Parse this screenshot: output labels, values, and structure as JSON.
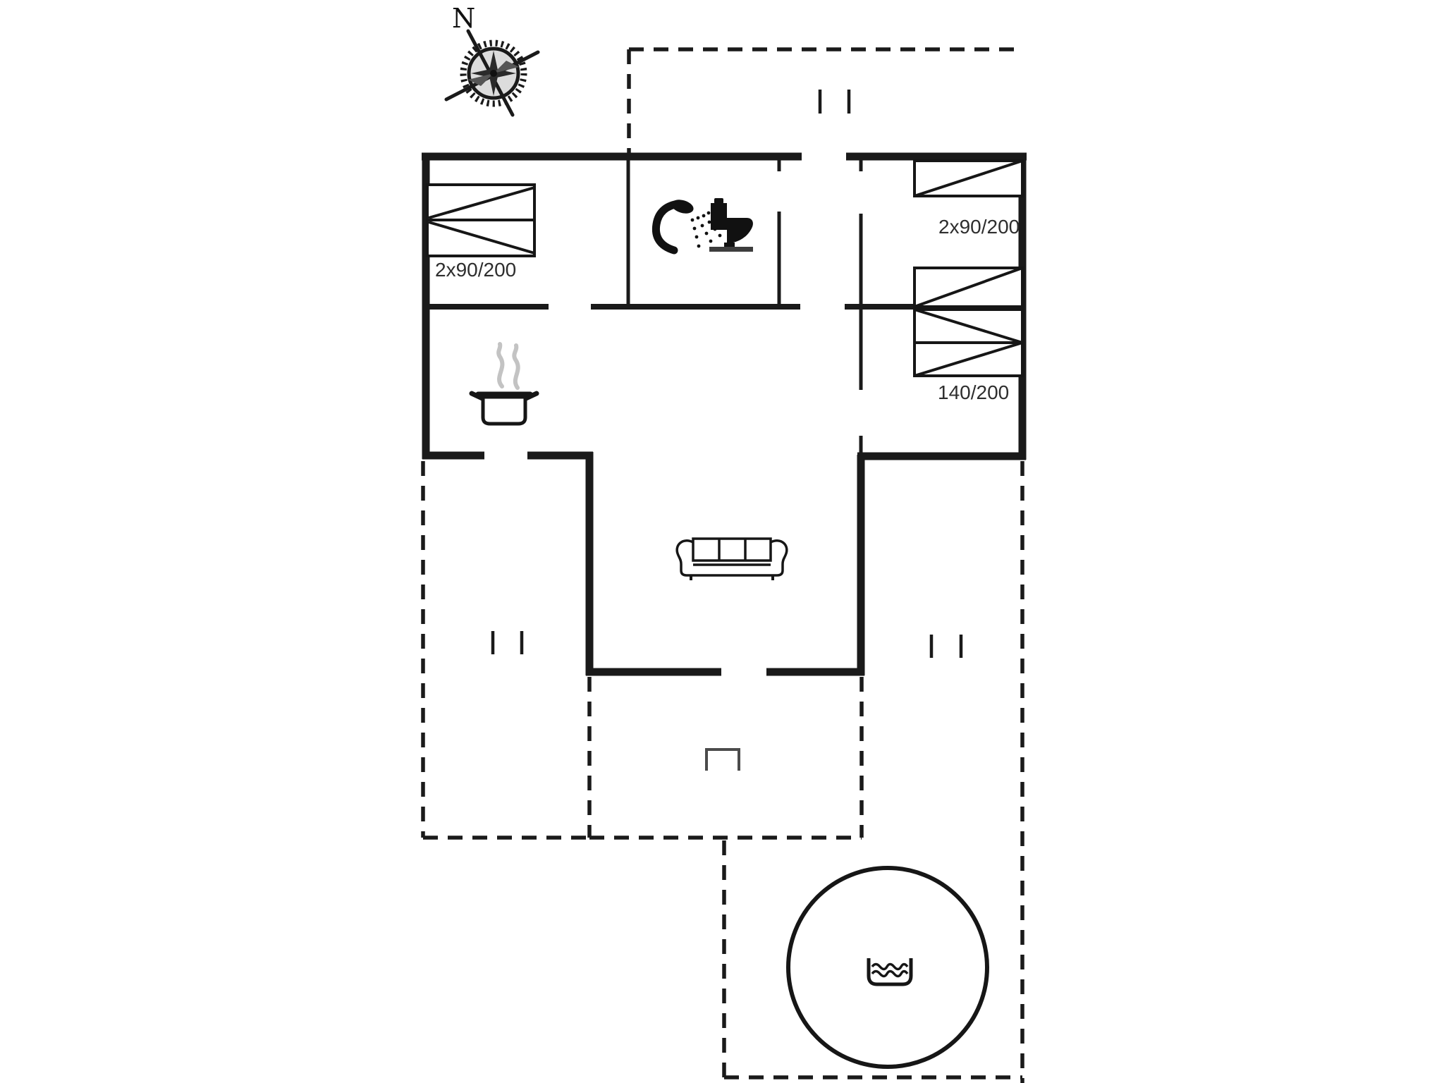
{
  "plan": {
    "compass": {
      "label": "N"
    },
    "labels": {
      "left_bedroom_bed": "2x90/200",
      "right_top_bedroom_bed": "2x90/200",
      "right_bottom_bedroom_bed": "140/200"
    },
    "icons": {
      "compass": "compass-rose-icon",
      "shower": "shower-icon",
      "toilet": "toilet-icon",
      "stove": "cooking-pot-steam-icon",
      "sofa": "sofa-icon",
      "hot_tub": "hot-tub-icon",
      "water": "water-waves-icon",
      "window_marker": "window-tick-icon",
      "door_threshold": "door-threshold-icon"
    },
    "colors": {
      "wall": "#1a1a1a",
      "furniture": "#161616",
      "label_text": "#2e2e2e",
      "steam": "#c3c3c3",
      "door_marker": "#4b4b4b",
      "background": "#ffffff"
    }
  }
}
